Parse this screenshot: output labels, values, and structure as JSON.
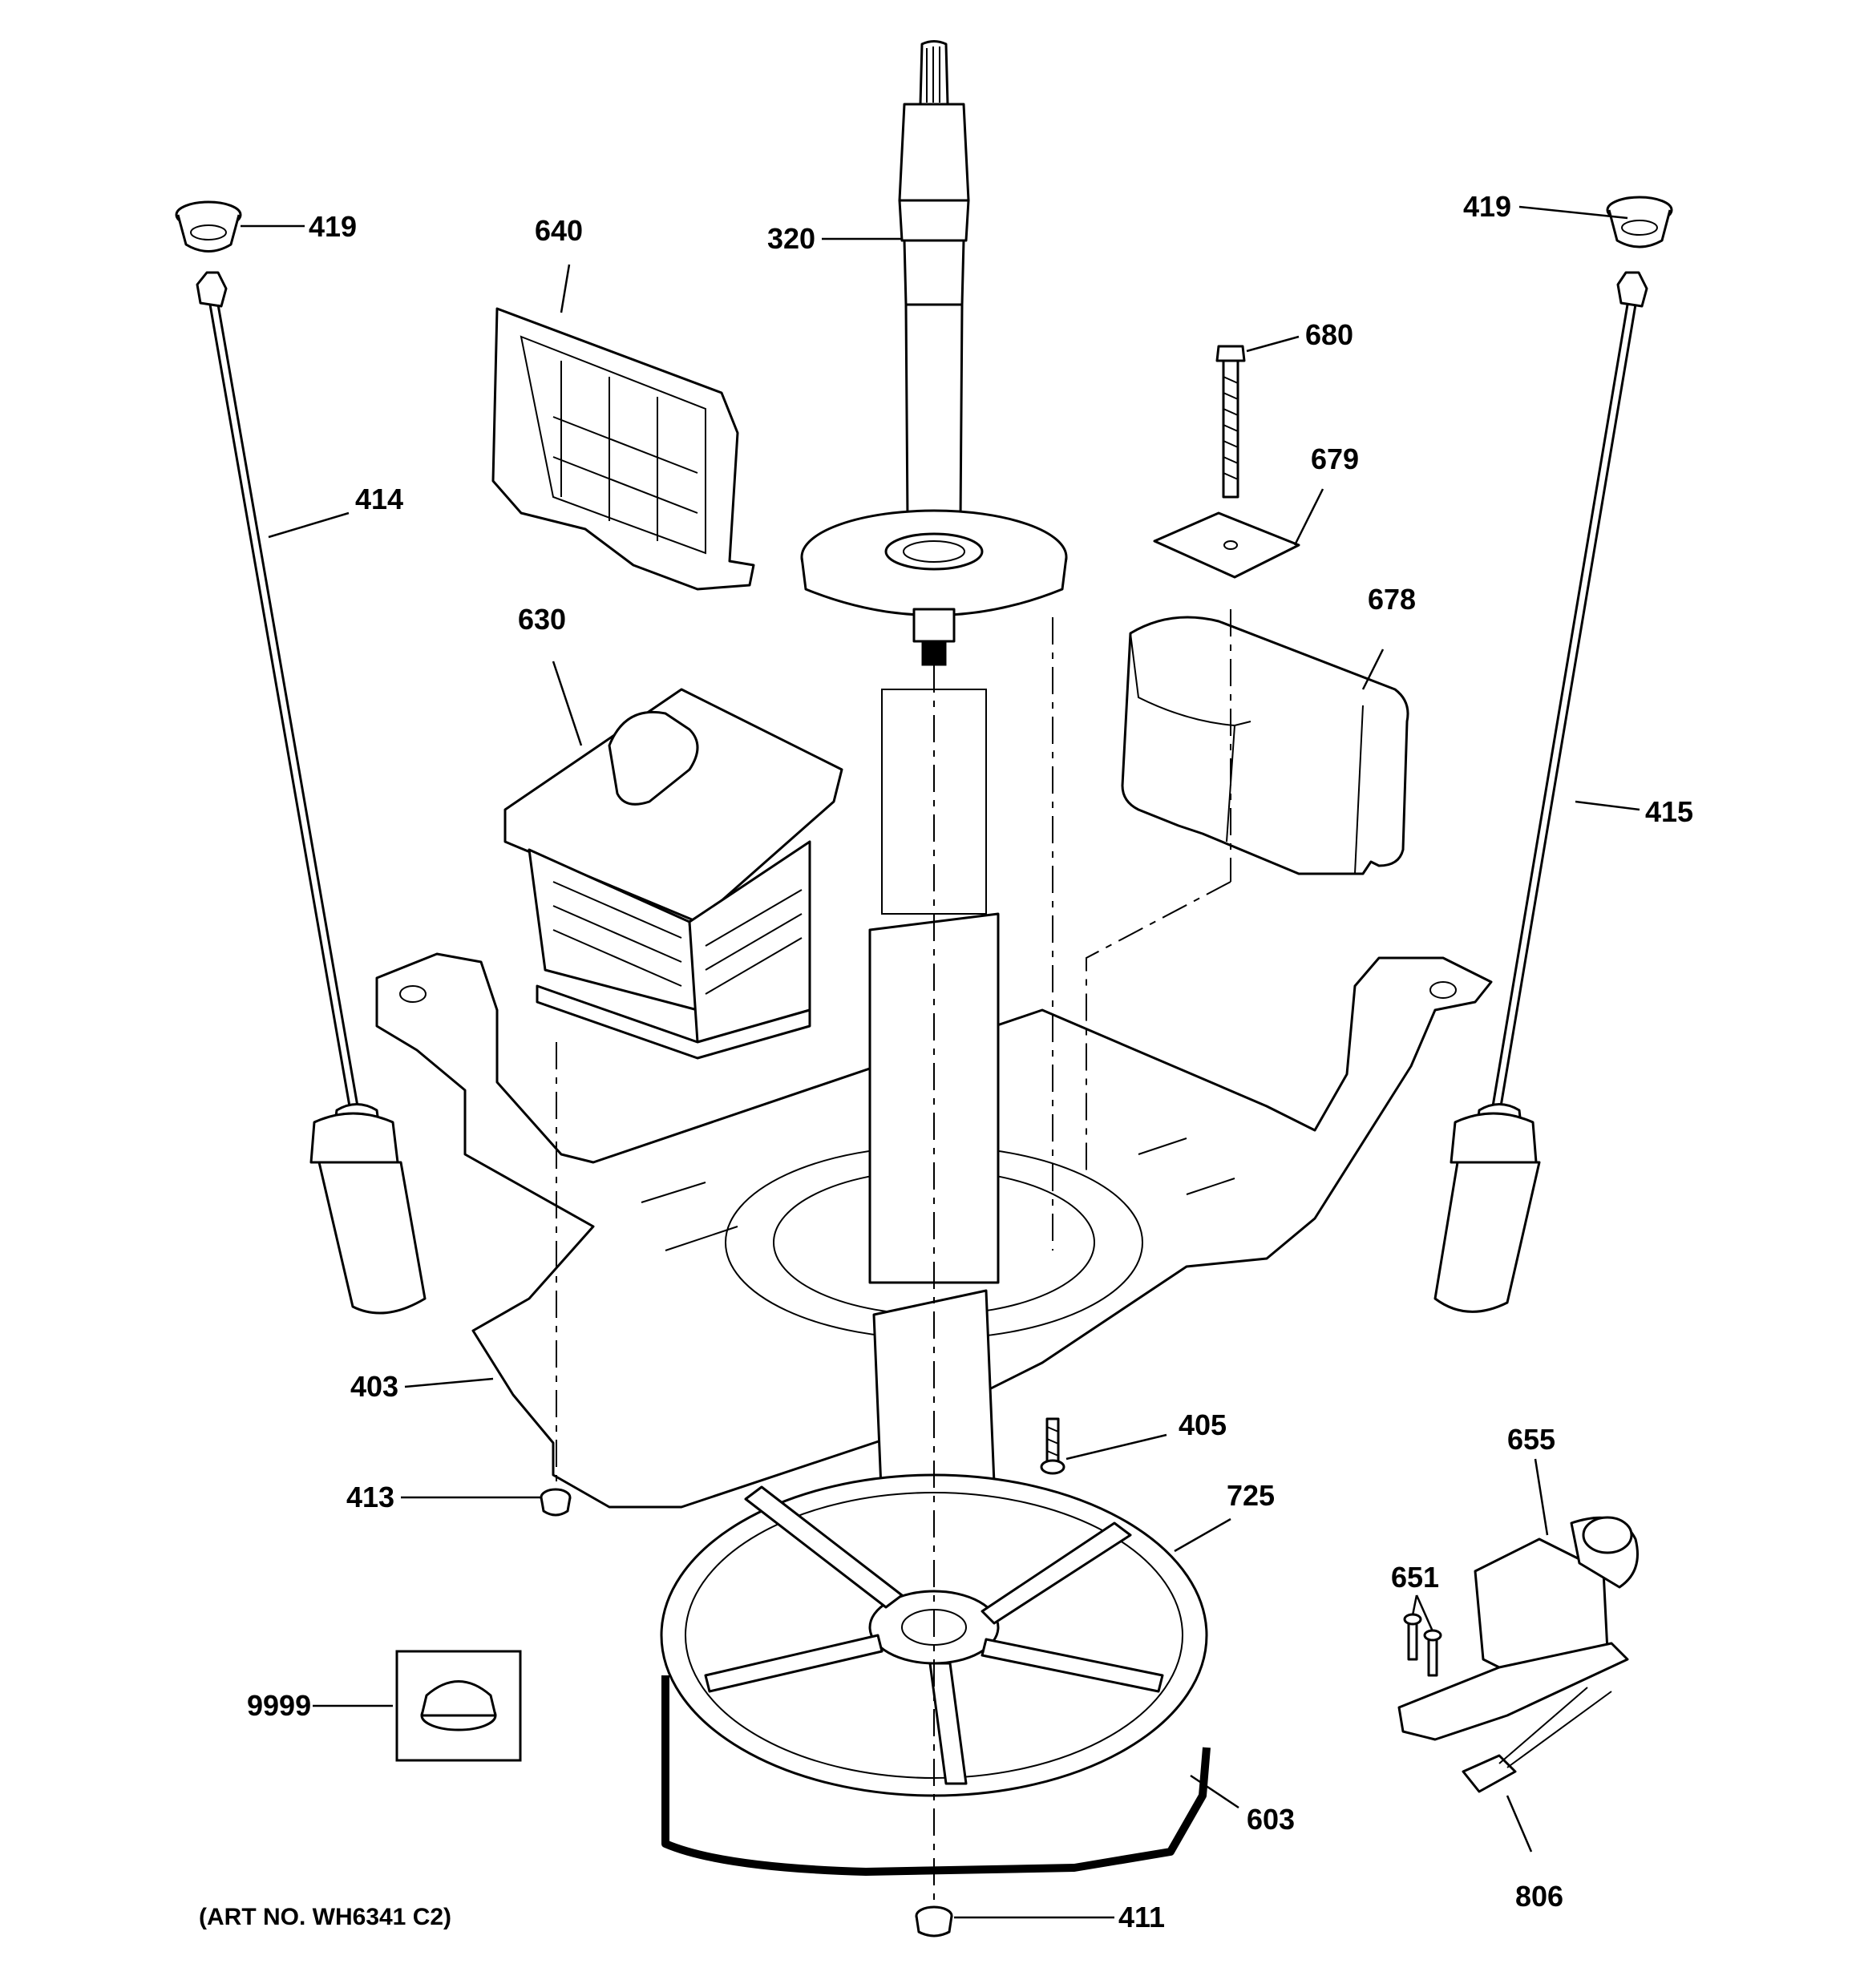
{
  "callouts": {
    "p419_left": "419",
    "p419_right": "419",
    "p640": "640",
    "p320": "320",
    "p680": "680",
    "p679": "679",
    "p414": "414",
    "p678": "678",
    "p630": "630",
    "p415": "415",
    "p403": "403",
    "p405": "405",
    "p655": "655",
    "p413": "413",
    "p725": "725",
    "p651": "651",
    "p9999": "9999",
    "p603": "603",
    "p806": "806",
    "p411": "411"
  },
  "art_number": "(ART NO. WH6341 C2)"
}
